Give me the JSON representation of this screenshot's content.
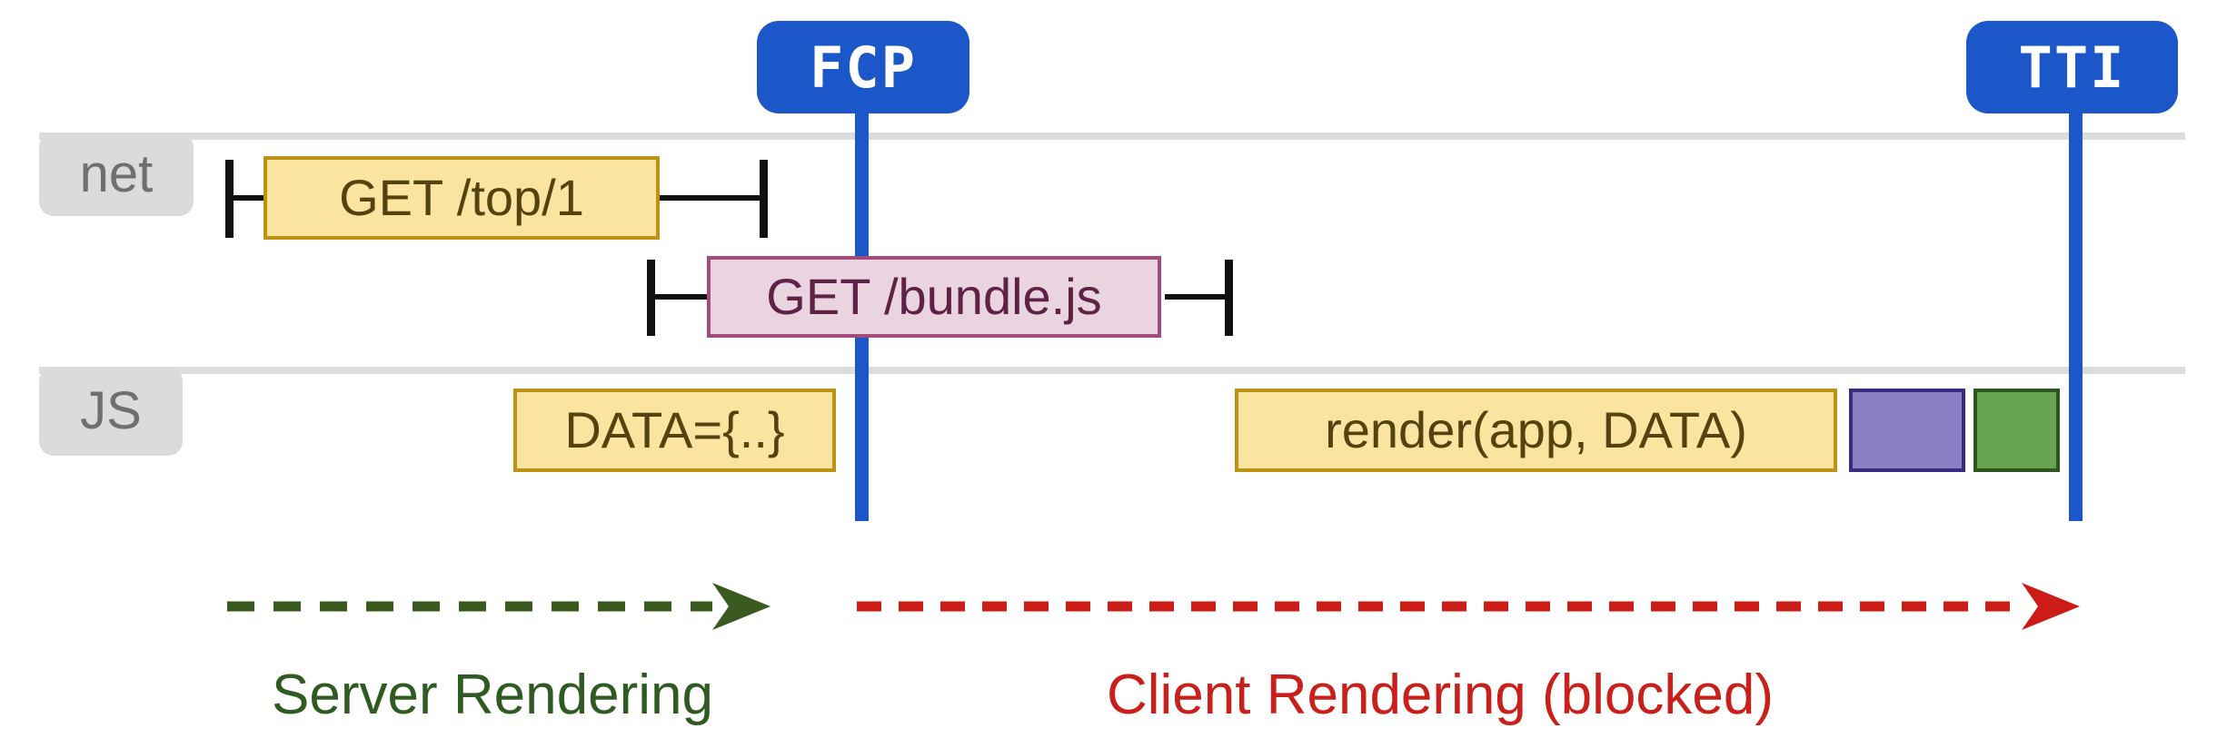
{
  "milestones": {
    "fcp": {
      "label": "FCP"
    },
    "tti": {
      "label": "TTI"
    }
  },
  "lanes": {
    "net": {
      "label": "net"
    },
    "js": {
      "label": "JS"
    }
  },
  "events": {
    "get_top": {
      "lane": "net",
      "label": "GET /top/1"
    },
    "get_bundle": {
      "lane": "net",
      "label": "GET /bundle.js"
    },
    "data_assign": {
      "lane": "js",
      "label": "DATA={..}"
    },
    "render_call": {
      "lane": "js",
      "label": "render(app, DATA)"
    },
    "task_purple": {
      "lane": "js",
      "label": ""
    },
    "task_green": {
      "lane": "js",
      "label": ""
    }
  },
  "phases": {
    "server": {
      "label": "Server Rendering",
      "color": "#2f5b23"
    },
    "client": {
      "label": "Client Rendering (blocked)",
      "color": "#c9201b"
    }
  },
  "colors": {
    "milestone_blue": "#1b57c8",
    "lane_rail_gray": "#dcdcdc",
    "lane_label_bg": "#dbdbdb",
    "lane_label_text": "#6f6f6f",
    "yellow_fill": "#fbe3a0",
    "yellow_border": "#be9212",
    "yellow_text": "#55430f",
    "pink_fill": "#ead4df",
    "pink_border": "#a14c7c",
    "pink_text": "#5e2244",
    "purple_fill": "#8c7ec2",
    "purple_border": "#3a2b7e",
    "green_fill": "#68a351",
    "green_border": "#2e5520",
    "server_arrow_green": "#3a5b20",
    "client_arrow_red": "#cb1d15",
    "whisker_black": "#111111"
  }
}
